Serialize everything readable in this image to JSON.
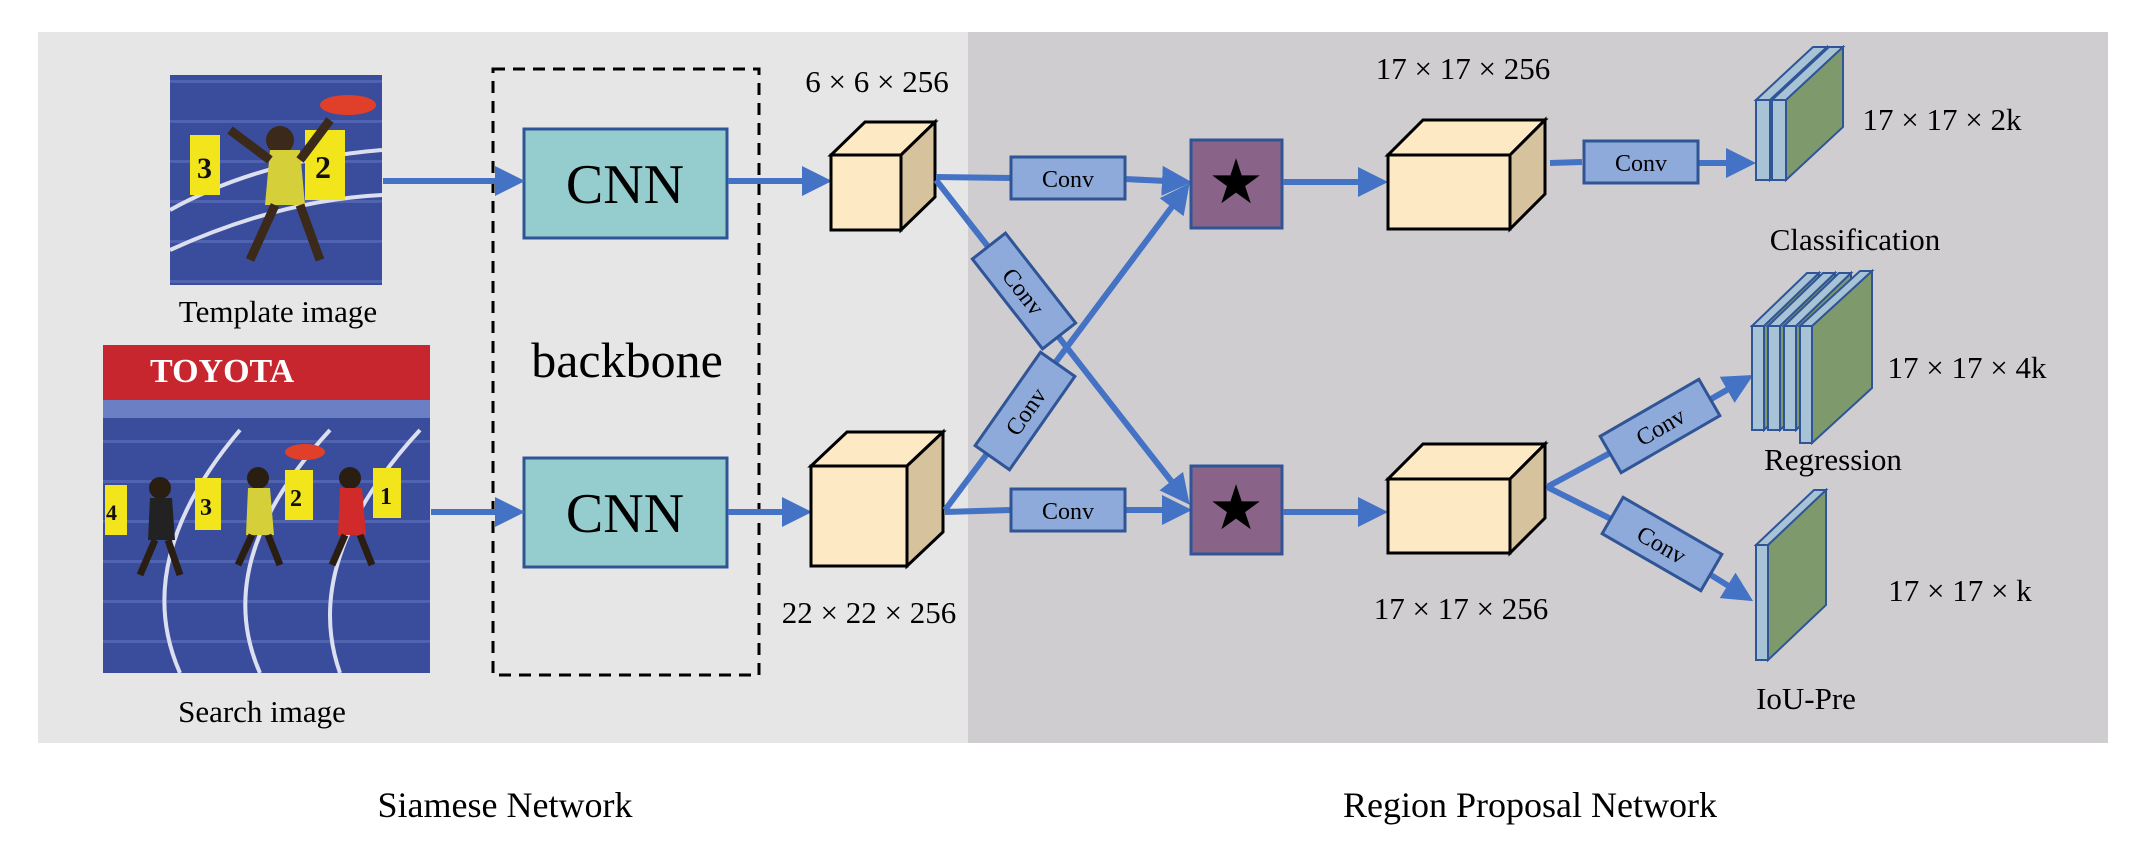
{
  "sections": {
    "siamese": "Siamese Network",
    "rpn": "Region Proposal Network"
  },
  "images": {
    "template_caption": "Template image",
    "search_caption": "Search image",
    "banner_text": "TOYOTA",
    "template_bibs": [
      "3",
      "2"
    ],
    "search_bibs": [
      "4",
      "3",
      "2",
      "1"
    ]
  },
  "backbone": {
    "label": "backbone",
    "cnn_top": "CNN",
    "cnn_bottom": "CNN"
  },
  "dimensions": {
    "template_feat": "6 × 6 × 256",
    "search_feat": "22 × 22 × 256",
    "corr_top": "17 × 17 × 256",
    "corr_bottom": "17 × 17 × 256",
    "cls_out": "17 × 17 × 2k",
    "reg_out": "17 × 17 × 4k",
    "iou_out": "17 × 17 × k"
  },
  "conv": {
    "top": "Conv",
    "cross_a": "Conv",
    "cross_b": "Conv",
    "bottom": "Conv",
    "cls": "Conv",
    "reg": "Conv",
    "iou": "Conv"
  },
  "correlation": {
    "top_symbol": "★",
    "bottom_symbol": "★"
  },
  "outputs": {
    "classification": "Classification",
    "regression": "Regression",
    "iou": "IoU-Pre"
  },
  "colors": {
    "left_panel": "#e6e6e6",
    "right_panel": "#cfcdcf",
    "arrow": "#4472c4",
    "cnn_fill": "#95cccd",
    "conv_fill": "#8eaadb",
    "cube_front": "#fde9c4",
    "cube_side": "#d6c29c",
    "star_fill": "#8a6388",
    "output_fill": "#7e9a6c",
    "output_edge": "#a9c3d6"
  }
}
